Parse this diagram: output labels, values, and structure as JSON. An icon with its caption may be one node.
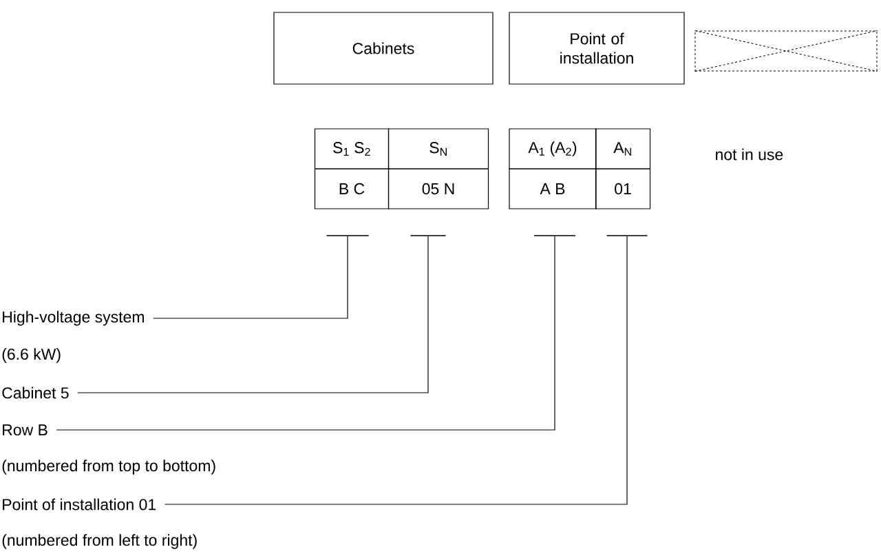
{
  "diagram": {
    "nodes": [
      {
        "text": [
          "Cabinets"
        ]
      },
      {
        "text": [
          "Point of installation"
        ]
      },
      {
        "text": [],
        "shape": "box"
      },
      {
        "text": [
          "S$_{1}$ S$_{2}$"
        ]
      },
      {
        "text": [
          "S$_{N}$"
        ]
      },
      {
        "text": [
          "B C"
        ]
      },
      {
        "text": [
          "05 N"
        ]
      },
      {
        "text": [
          "A$_{1}$ (A$_{2}$)"
        ]
      },
      {
        "text": [
          "A$_{N}$"
        ]
      },
      {
        "text": [
          "A   B"
        ]
      },
      {
        "text": [
          "01"
        ]
      },
      {
        "text": [],
        "shape": "bar"
      },
      {
        "text": [],
        "shape": "bar"
      },
      {
        "text": [],
        "shape": "bar"
      },
      {
        "text": [],
        "shape": "bar"
      },
      {
        "text": [
          "High-voltage system"
        ],
        "beside": [
          "(6.6 kW)"
        ]
      },
      {
        "text": [
          "Cabinet 5"
        ]
      },
      {
        "text": [
          "Row B"
        ],
        "beside": [
          "(numbered from top to bottom)"
        ]
      },
      {
        "text": [
          "Point of installation 01"
        ],
        "beside": [
          "(numbered from left to right)"
        ]
      }
    ],
    "edges": [
      {
        "from": 15,
        "to": 11,
        "arrow": "none"
      },
      {
        "from": 16,
        "to": 12,
        "arrow": "none"
      },
      {
        "from": 17,
        "to": 13,
        "arrow": "none"
      },
      {
        "from": 18,
        "to": 14,
        "arrow": "none"
      }
    ],
    "labels": [
      "not in use"
    ]
  }
}
